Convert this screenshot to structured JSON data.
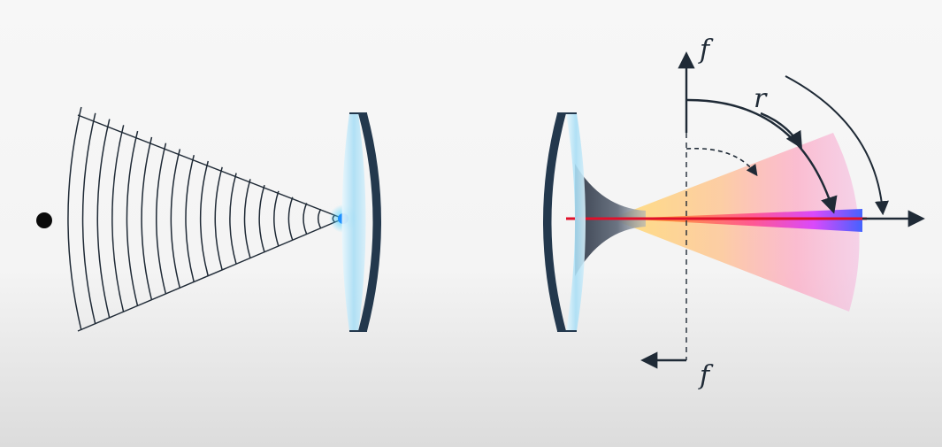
{
  "labels": {
    "top_axis": "f",
    "bottom_axis": "f",
    "angle": "r"
  },
  "colors": {
    "ink": "#1f2a36",
    "lens_edge": "#22384e",
    "lens_fill": "#bfe6f7",
    "focus_point": "#1e90ff",
    "source_point": "#0a0a0a",
    "beam_center_line": "#e0102a",
    "beam_warm": "#ffd56a",
    "beam_pink": "#ff7aa8",
    "beam_blue": "#3a5cff"
  }
}
